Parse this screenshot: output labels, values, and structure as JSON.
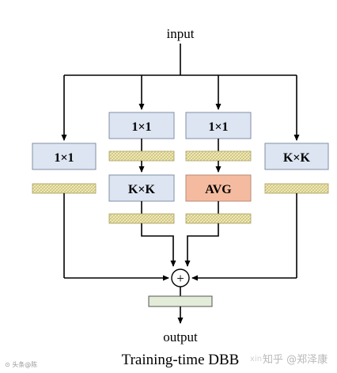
{
  "diagram": {
    "title": "Training-time DBB",
    "input_label": "input",
    "output_label": "output",
    "add_symbol": "+",
    "branches": [
      {
        "name": "branch-1",
        "boxes": [
          "1×1"
        ]
      },
      {
        "name": "branch-2",
        "boxes": [
          "1×1",
          "K×K"
        ]
      },
      {
        "name": "branch-3",
        "boxes": [
          "1×1",
          "AVG"
        ]
      },
      {
        "name": "branch-4",
        "boxes": [
          "K×K"
        ]
      }
    ]
  },
  "colors": {
    "conv_fill": "#dde5f2",
    "conv_stroke": "#7f8fa6",
    "avg_fill": "#f5bba0",
    "avg_stroke": "#b98a73",
    "bn_fill": "#f3eebc",
    "bn_hatch": "#c9be7a",
    "output_bar_fill": "#e3ecd8",
    "line": "#000000"
  },
  "watermarks": {
    "left": "⊙ 头条@陈",
    "right": "知乎 @郑泽康",
    "right_faint": "xin"
  }
}
